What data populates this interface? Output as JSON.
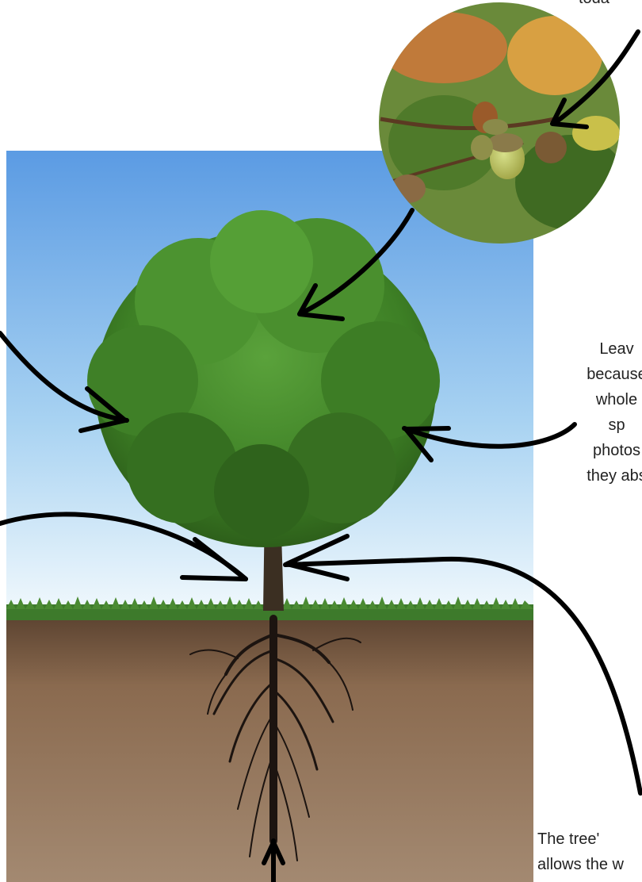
{
  "diagram": {
    "captions": {
      "top_fragment": "toda",
      "leaves_lines": [
        "Leav",
        "because",
        "whole",
        "sp",
        "photos",
        "they abs"
      ],
      "trunk_lines": [
        "The tree'",
        "allows the w"
      ]
    }
  },
  "colors": {
    "sky_top": "#5f9ee6",
    "sky_bottom": "#e8f4fb",
    "soil": "#8b6b4f",
    "foliage": "#3f7f28",
    "arrow": "#000000"
  }
}
